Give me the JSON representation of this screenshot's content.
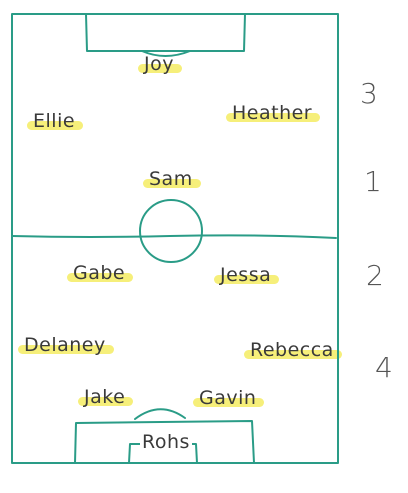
{
  "colors": {
    "line": "#2a9c87",
    "highlight": "#f6ef7a",
    "text": "#3a3a3a"
  },
  "players": [
    {
      "id": "joy",
      "name": "Joy"
    },
    {
      "id": "ellie",
      "name": "Ellie"
    },
    {
      "id": "heather",
      "name": "Heather"
    },
    {
      "id": "sam",
      "name": "Sam"
    },
    {
      "id": "gabe",
      "name": "Gabe"
    },
    {
      "id": "jessa",
      "name": "Jessa"
    },
    {
      "id": "delaney",
      "name": "Delaney"
    },
    {
      "id": "rebecca",
      "name": "Rebecca"
    },
    {
      "id": "jake",
      "name": "Jake"
    },
    {
      "id": "gavin",
      "name": "Gavin"
    },
    {
      "id": "rohs",
      "name": "Rohs"
    }
  ],
  "row_numbers": [
    "3",
    "1",
    "2",
    "4"
  ]
}
